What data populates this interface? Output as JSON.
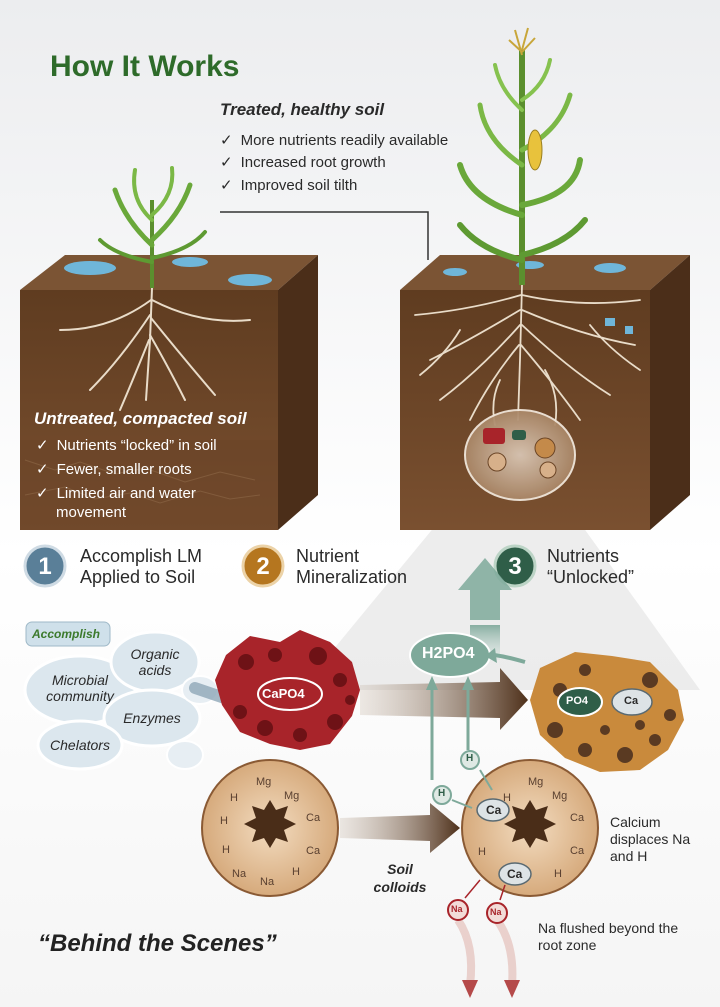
{
  "title": "How It Works",
  "treated": {
    "heading": "Treated, healthy soil",
    "items": [
      "More nutrients readily available",
      "Increased root growth",
      "Improved soil tilth"
    ]
  },
  "untreated": {
    "heading": "Untreated, compacted soil",
    "items": [
      "Nutrients “locked” in soil",
      "Fewer, smaller roots",
      "Limited air and water movement"
    ]
  },
  "steps": [
    {
      "number": "1",
      "label": "Accomplish LM Applied to Soil",
      "color": "#5a7f98"
    },
    {
      "number": "2",
      "label": "Nutrient Mineralization",
      "color": "#b5761f"
    },
    {
      "number": "3",
      "label": "Nutrients “Unlocked”",
      "color": "#2f5e48"
    }
  ],
  "product": {
    "logo": "Accomplish",
    "bubbles": [
      "Organic acids",
      "Microbial community",
      "Enzymes",
      "Chelators"
    ]
  },
  "compounds": {
    "capo4": "CaPO4",
    "h2po4": "H2PO4",
    "po4": "PO4",
    "ca": "Ca"
  },
  "colloids": {
    "label": "Soil colloids",
    "left_ions": [
      "Mg",
      "Mg",
      "H",
      "Ca",
      "H",
      "Ca",
      "H",
      "Na",
      "Na",
      "H"
    ],
    "right_ions": [
      "Mg",
      "Mg",
      "H",
      "Ca",
      "Ca",
      "H",
      "H"
    ],
    "ca_pills": [
      "Ca",
      "Ca"
    ],
    "h_ions": [
      "H",
      "H"
    ],
    "na_ions": [
      "Na",
      "Na"
    ],
    "calcium_note": "Calcium displaces Na and H",
    "na_note": "Na flushed beyond the root zone"
  },
  "footer": "“Behind the Scenes”",
  "colors": {
    "soil": "#6b4526",
    "soil_dark": "#4a2d18",
    "grass": "#5f9f3a",
    "red": "#a8242a",
    "teal": "#7ea99a",
    "arrow": "#5a3a22"
  }
}
